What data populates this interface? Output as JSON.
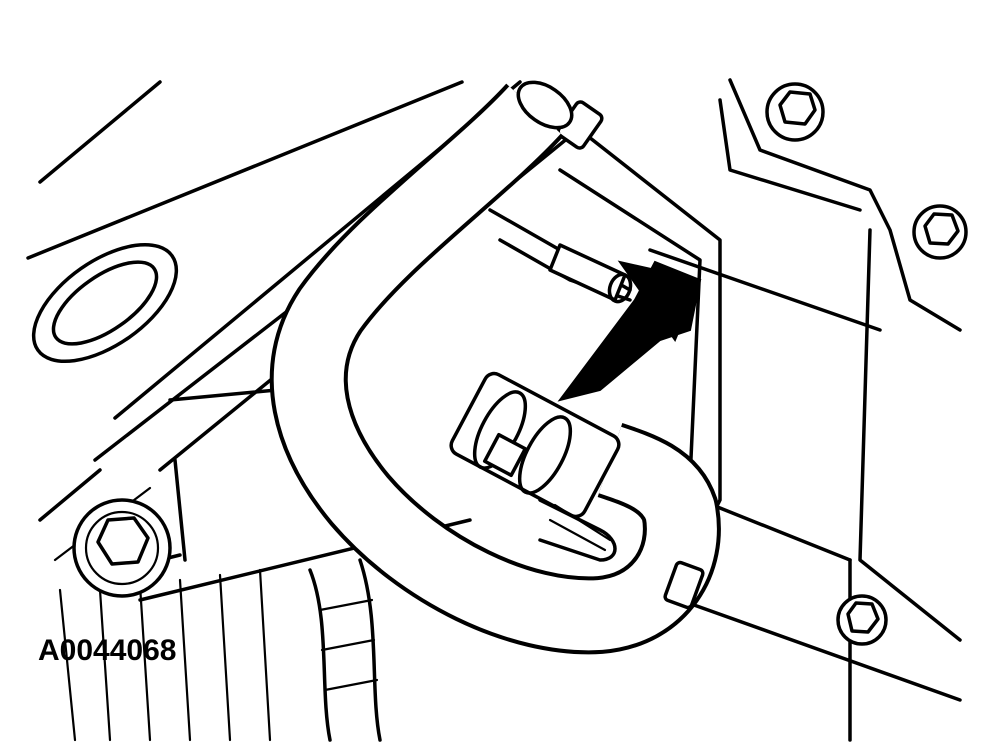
{
  "figure": {
    "id_label": "A0044068"
  },
  "illustration": {
    "subject": "hose-with-spring-clamp",
    "pointer": "arrow-pointing-at-clamp",
    "line_color": "#000000",
    "background_color": "#ffffff"
  }
}
